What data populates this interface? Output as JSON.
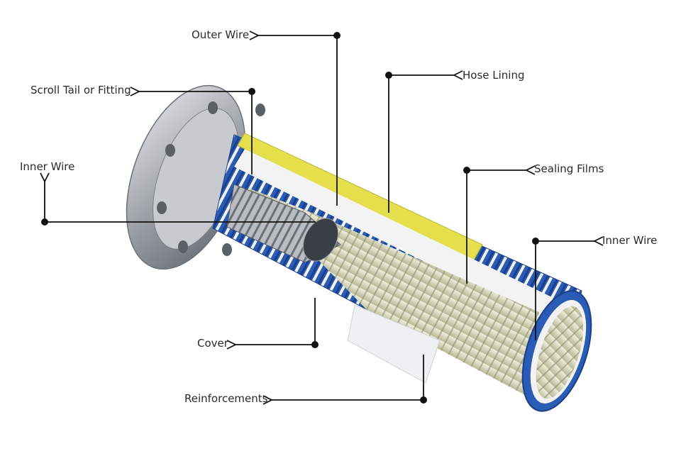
{
  "labels": {
    "outer_wire": "Outer Wire",
    "hose_lining": "Hose Lining",
    "scroll_tail": "Scroll Tail or Fitting",
    "inner_wire_left": "Inner Wire",
    "sealing_films": "Sealing Films",
    "inner_wire_right": "Inner Wire",
    "cover": "Cover",
    "reinforcements": "Reinforcements"
  },
  "colors": {
    "blue_wire": "#2a5bb5",
    "yellow_band": "#e4df4a",
    "flange_steel": "#a9aeb4",
    "lining": "#cfd1b2",
    "leader": "#111111"
  }
}
